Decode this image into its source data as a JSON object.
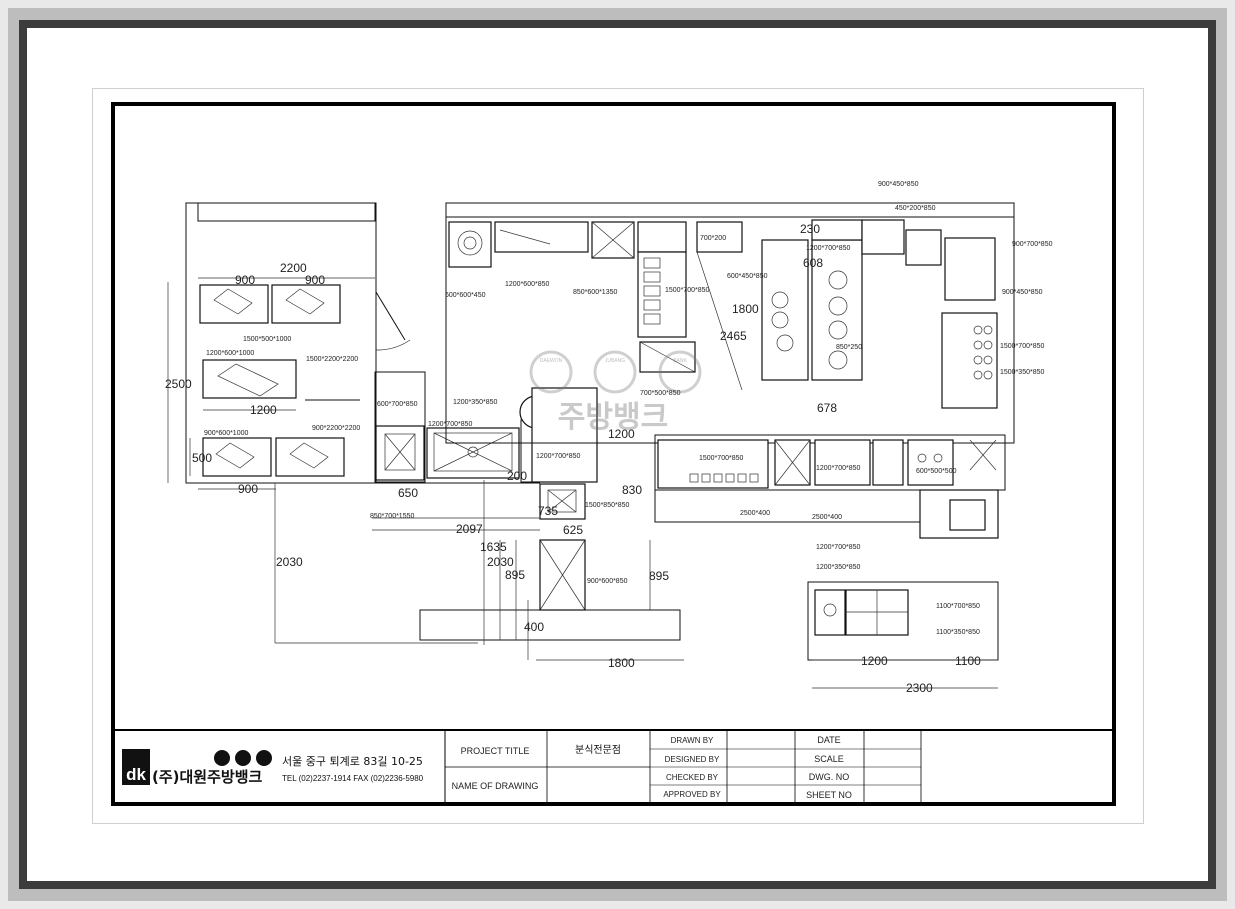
{
  "floor_plan": {
    "dimensions": [
      "2200",
      "900",
      "900",
      "2500",
      "1200",
      "500",
      "900",
      "650",
      "2097",
      "1635",
      "2030",
      "2030",
      "895",
      "400",
      "735",
      "625",
      "1200",
      "830",
      "1800",
      "895",
      "2465",
      "1800",
      "608",
      "230",
      "678",
      "1200",
      "1100",
      "2300",
      "200"
    ],
    "specs": [
      "1500*500*1000",
      "1200*600*1000",
      "1500*2200*2200",
      "900*600*1000",
      "1200*350*850",
      "600*700*850",
      "1200*700*850",
      "900*2200*2200",
      "1200*700*850",
      "850*700*1550",
      "1200*600*850",
      "850*600*1350",
      "600*600*450",
      "1500*700*850",
      "700*500*850",
      "600*450*850",
      "1500*700*850",
      "1200*700*850",
      "1500*850*850",
      "700*200",
      "850*250",
      "900*450*850",
      "450*200*850",
      "900*700*850",
      "900*450*850",
      "1500*700*850",
      "1500*350*850",
      "600*500*500",
      "2500*400",
      "1200*700*850",
      "1200*350*850",
      "1100*700*850",
      "1100*350*850",
      "900*600*850",
      "1200*700*850",
      "2500*400"
    ]
  },
  "watermark": {
    "brand_small": [
      "DAEWON",
      "JUBANG",
      "BANK"
    ],
    "brand_big": "주방뱅크"
  },
  "title_block": {
    "logo_mark": "dk",
    "company": "(주)대원주방뱅크",
    "address": "서울 중구 퇴계로 83길 10-25",
    "contact": "TEL (02)2237-1914 FAX (02)2236-5980",
    "project_title_label": "PROJECT TITLE",
    "project_title_value": "분식전문점",
    "name_of_drawing_label": "NAME OF DRAWING",
    "drawn_by": "DRAWN BY",
    "designed_by": "DESIGNED BY",
    "checked_by": "CHECKED BY",
    "approved_by": "APPROVED BY",
    "date": "DATE",
    "scale": "SCALE",
    "dwg_no": "DWG. NO",
    "sheet_no": "SHEET NO"
  }
}
